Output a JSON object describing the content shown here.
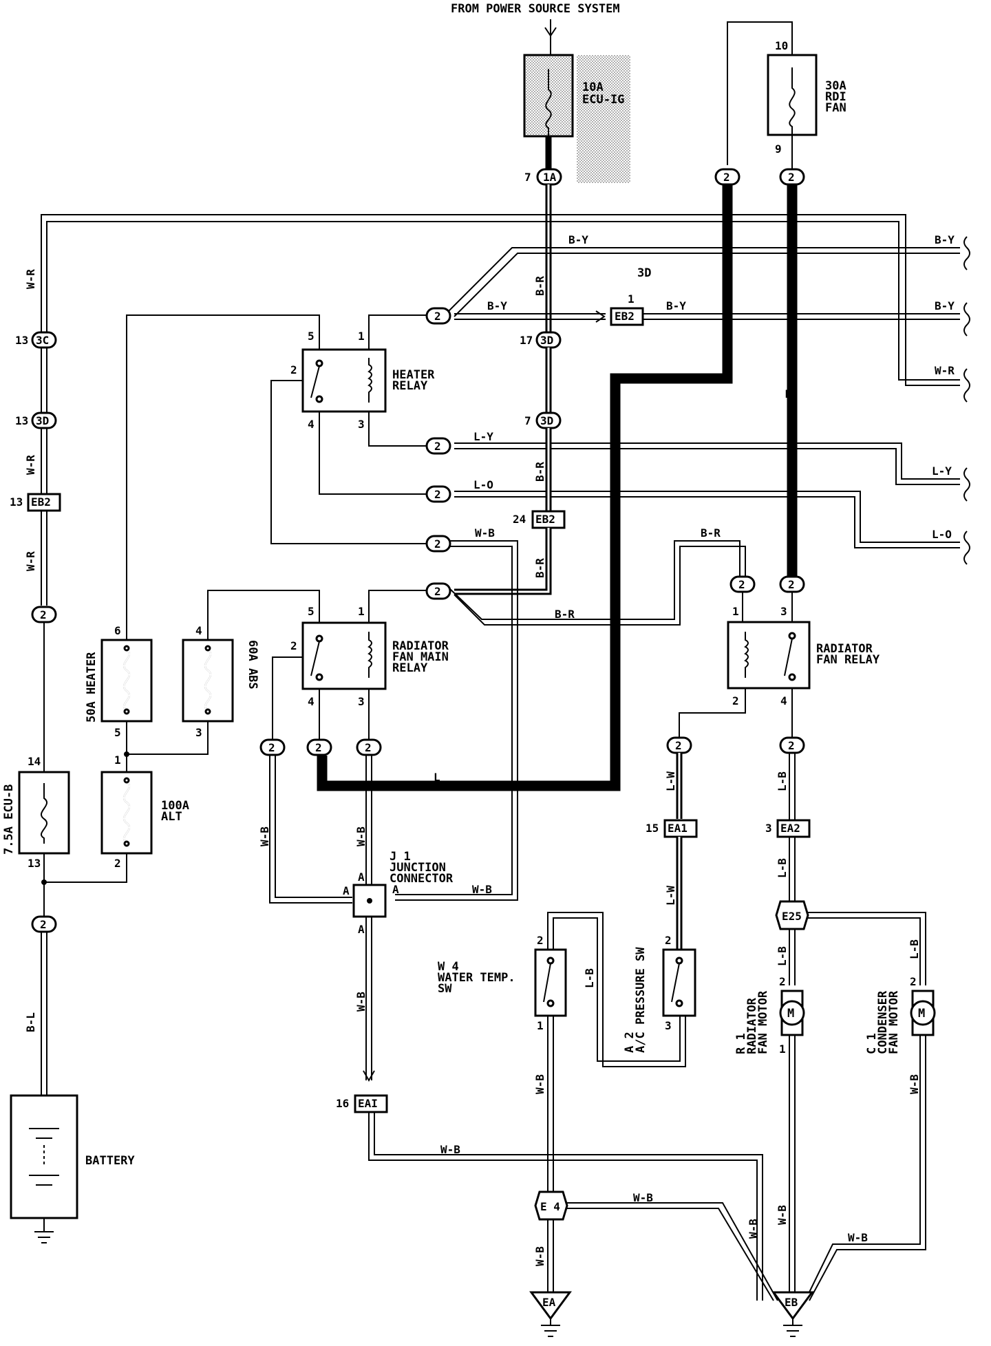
{
  "header": {
    "source": "FROM POWER SOURCE SYSTEM"
  },
  "components": {
    "ecu_ig": {
      "l1": "10A",
      "l2": "ECU-IG"
    },
    "rdi_fan": {
      "l1": "30A",
      "l2": "RDI",
      "l3": "FAN",
      "pin_top": "10",
      "pin_bot": "9"
    },
    "heater_relay": {
      "l1": "HEATER",
      "l2": "RELAY"
    },
    "radiator_main_relay": {
      "l1": "RADIATOR",
      "l2": "FAN MAIN",
      "l3": "RELAY"
    },
    "radiator_fan_relay": {
      "l1": "RADIATOR",
      "l2": "FAN RELAY"
    },
    "heater_fuse": {
      "label": "50A HEATER"
    },
    "abs_fuse": {
      "label": "60A ABS"
    },
    "ecu_b": {
      "label": "7.5A ECU-B"
    },
    "alt": {
      "l1": "100A",
      "l2": "ALT"
    },
    "junction": {
      "l1": "J 1",
      "l2": "JUNCTION",
      "l3": "CONNECTOR"
    },
    "water_temp": {
      "l1": "W 4",
      "l2": "WATER TEMP.",
      "l3": "SW"
    },
    "ac_pressure": {
      "l1": "A 2",
      "l2": "A/C PRESSURE SW"
    },
    "radiator_motor": {
      "l1": "R 1",
      "l2": "RADIATOR",
      "l3": "FAN MOTOR"
    },
    "condenser_motor": {
      "l1": "C 1",
      "l2": "CONDENSER",
      "l3": "FAN MOTOR"
    },
    "battery": {
      "label": "BATTERY"
    },
    "motor_glyph": "M"
  },
  "connectors": {
    "c1a": "1A",
    "c3c": "3C",
    "c3d": "3D",
    "c2": "2",
    "eb2": "EB2",
    "ea1": "EA1",
    "ea2": "EA2",
    "eai": "EAI",
    "e25": "E25",
    "e4": "E 4",
    "ea": "EA",
    "eb": "EB",
    "label_3d": "3D"
  },
  "pins": {
    "p1": "1",
    "p2": "2",
    "p3": "3",
    "p4": "4",
    "p5": "5",
    "p6": "6",
    "p7": "7",
    "p9": "9",
    "p10": "10",
    "p13": "13",
    "p14": "14",
    "p15": "15",
    "p16": "16",
    "p17": "17",
    "p24": "24",
    "pA": "A"
  },
  "wire_colors": {
    "by": "B-Y",
    "wr": "W-R",
    "br": "B-R",
    "l": "L",
    "ly": "L-Y",
    "lo": "L-O",
    "wb": "W-B",
    "lw": "L-W",
    "lb": "L-B",
    "bl": "B-L"
  }
}
